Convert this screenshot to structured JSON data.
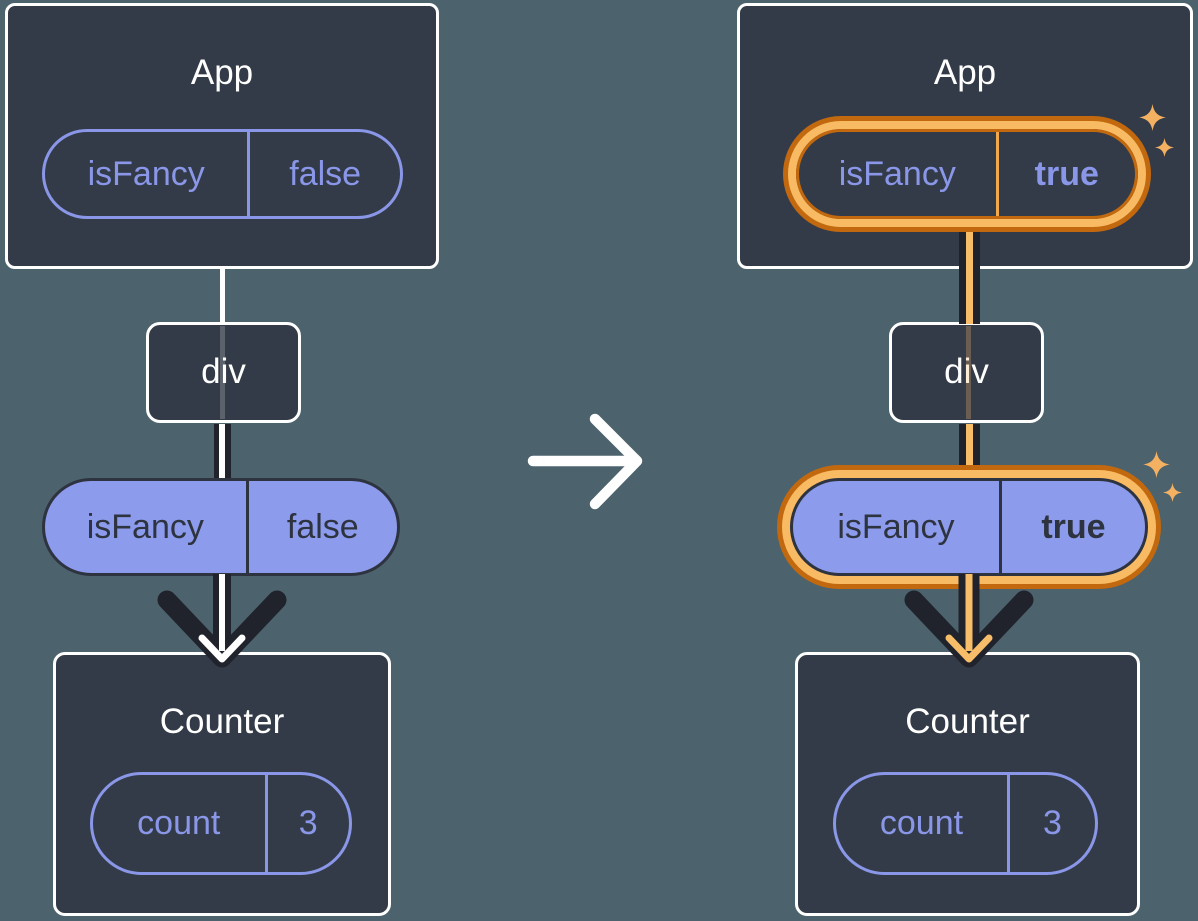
{
  "before": {
    "app": {
      "title": "App",
      "state_pill": {
        "name": "isFancy",
        "value": "false"
      }
    },
    "div_node": {
      "label": "div"
    },
    "prop_pill": {
      "name": "isFancy",
      "value": "false"
    },
    "counter": {
      "title": "Counter",
      "state_pill": {
        "name": "count",
        "value": "3"
      }
    }
  },
  "after": {
    "app": {
      "title": "App",
      "state_pill": {
        "name": "isFancy",
        "value": "true"
      }
    },
    "div_node": {
      "label": "div"
    },
    "prop_pill": {
      "name": "isFancy",
      "value": "true"
    },
    "counter": {
      "title": "Counter",
      "state_pill": {
        "name": "count",
        "value": "3"
      }
    }
  },
  "icons": {
    "transition_arrow": "right-arrow",
    "flow_arrow": "down-chevron-arrow",
    "sparkle_large": "sparkle",
    "sparkle_small": "sparkle"
  },
  "colors": {
    "background": "#4C626D",
    "node_fill": "#333B48",
    "node_border": "#FFFFFF",
    "purple_outline": "#8A97E8",
    "purple_fill": "#8C9BEC",
    "dark_text": "#2E3340",
    "flow_line_dark": "#20232C",
    "highlight_outer_orange": "#C2680E",
    "highlight_inner_orange": "#F8BA62",
    "highlight_divider_orange": "#F2A94E",
    "sparkle_orange": "#F3B161"
  }
}
